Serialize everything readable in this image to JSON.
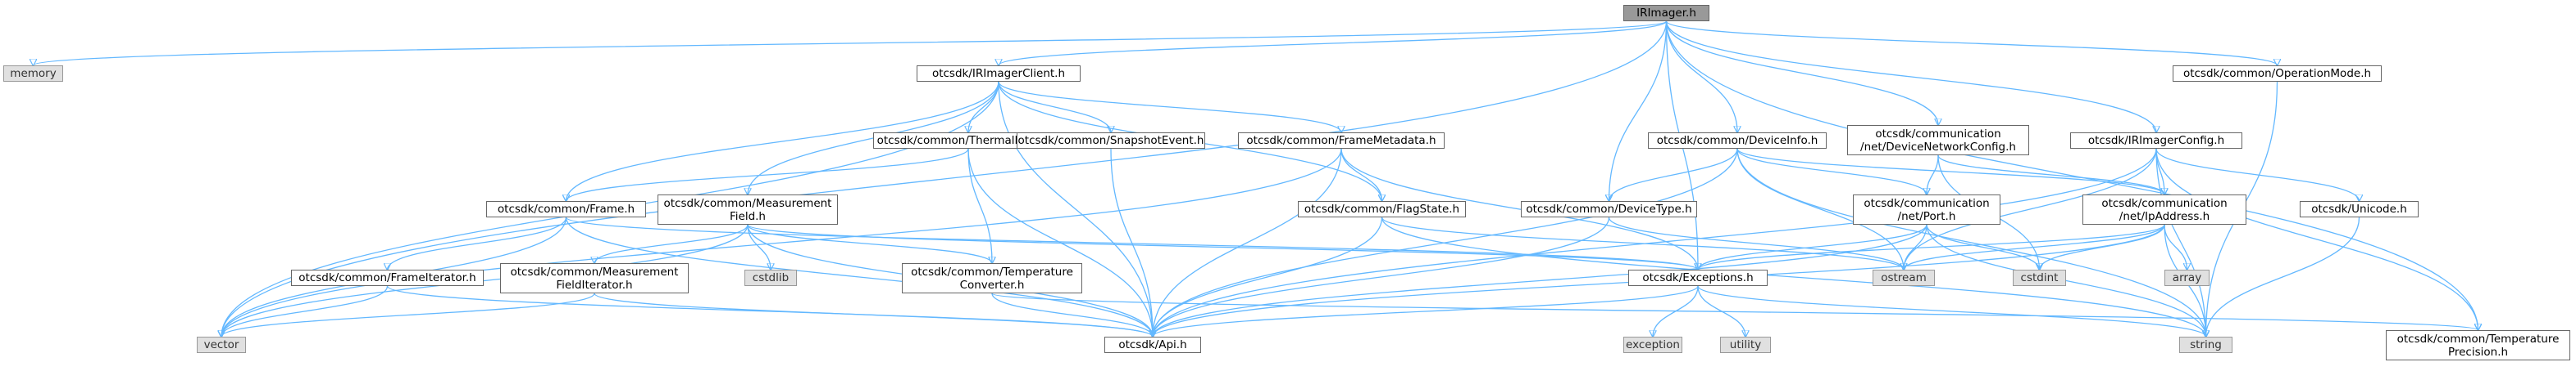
{
  "diagram": {
    "type": "include-dependency-graph",
    "root": "IRImager.h",
    "colors": {
      "edge": "#63b8ff",
      "root_fill": "#999999",
      "file_fill": "#ffffff",
      "system_fill": "#e0e0e0",
      "border": "#666666"
    },
    "nodes": [
      {
        "id": "irimager",
        "label": "IRImager.h",
        "kind": "root"
      },
      {
        "id": "memory",
        "label": "memory",
        "kind": "system"
      },
      {
        "id": "client",
        "label": "otcsdk/IRImagerClient.h",
        "kind": "file"
      },
      {
        "id": "opmode",
        "label": "otcsdk/common/OperationMode.h",
        "kind": "file"
      },
      {
        "id": "thermal",
        "label": "otcsdk/common/ThermalFrame.h",
        "kind": "file"
      },
      {
        "id": "snapshot",
        "label": "otcsdk/common/SnapshotEvent.h",
        "kind": "file"
      },
      {
        "id": "framemeta",
        "label": "otcsdk/common/FrameMetadata.h",
        "kind": "file"
      },
      {
        "id": "devinfo",
        "label": "otcsdk/common/DeviceInfo.h",
        "kind": "file"
      },
      {
        "id": "devnetcfg",
        "label": "otcsdk/communication\n/net/DeviceNetworkConfig.h",
        "kind": "file"
      },
      {
        "id": "irconfig",
        "label": "otcsdk/IRImagerConfig.h",
        "kind": "file"
      },
      {
        "id": "frame",
        "label": "otcsdk/common/Frame.h",
        "kind": "file"
      },
      {
        "id": "mfield",
        "label": "otcsdk/common/Measurement\nField.h",
        "kind": "file"
      },
      {
        "id": "flagstate",
        "label": "otcsdk/common/FlagState.h",
        "kind": "file"
      },
      {
        "id": "devtype",
        "label": "otcsdk/common/DeviceType.h",
        "kind": "file"
      },
      {
        "id": "port",
        "label": "otcsdk/communication\n/net/Port.h",
        "kind": "file"
      },
      {
        "id": "ipaddr",
        "label": "otcsdk/communication\n/net/IpAddress.h",
        "kind": "file"
      },
      {
        "id": "unicode",
        "label": "otcsdk/Unicode.h",
        "kind": "file"
      },
      {
        "id": "frameiter",
        "label": "otcsdk/common/FrameIterator.h",
        "kind": "file"
      },
      {
        "id": "mfielditer",
        "label": "otcsdk/common/Measurement\nFieldIterator.h",
        "kind": "file"
      },
      {
        "id": "cstdlib",
        "label": "cstdlib",
        "kind": "system"
      },
      {
        "id": "tempconv",
        "label": "otcsdk/common/Temperature\nConverter.h",
        "kind": "file"
      },
      {
        "id": "exceptions",
        "label": "otcsdk/Exceptions.h",
        "kind": "file"
      },
      {
        "id": "ostream",
        "label": "ostream",
        "kind": "system"
      },
      {
        "id": "cstdint",
        "label": "cstdint",
        "kind": "system"
      },
      {
        "id": "array",
        "label": "array",
        "kind": "system"
      },
      {
        "id": "vector",
        "label": "vector",
        "kind": "system"
      },
      {
        "id": "api",
        "label": "otcsdk/Api.h",
        "kind": "file"
      },
      {
        "id": "exception",
        "label": "exception",
        "kind": "system"
      },
      {
        "id": "utility",
        "label": "utility",
        "kind": "system"
      },
      {
        "id": "string",
        "label": "string",
        "kind": "system"
      },
      {
        "id": "tempprec",
        "label": "otcsdk/common/Temperature\nPrecision.h",
        "kind": "file"
      }
    ],
    "edges": [
      [
        "irimager",
        "memory"
      ],
      [
        "irimager",
        "client"
      ],
      [
        "irimager",
        "vector"
      ],
      [
        "irimager",
        "opmode"
      ],
      [
        "irimager",
        "devinfo"
      ],
      [
        "irimager",
        "devnetcfg"
      ],
      [
        "irimager",
        "irconfig"
      ],
      [
        "irimager",
        "devtype"
      ],
      [
        "irimager",
        "exceptions"
      ],
      [
        "irimager",
        "tempprec"
      ],
      [
        "client",
        "thermal"
      ],
      [
        "client",
        "snapshot"
      ],
      [
        "client",
        "framemeta"
      ],
      [
        "client",
        "frame"
      ],
      [
        "client",
        "mfield"
      ],
      [
        "client",
        "flagstate"
      ],
      [
        "client",
        "vector"
      ],
      [
        "client",
        "api"
      ],
      [
        "opmode",
        "string"
      ],
      [
        "thermal",
        "frame"
      ],
      [
        "thermal",
        "tempconv"
      ],
      [
        "thermal",
        "api"
      ],
      [
        "snapshot",
        "api"
      ],
      [
        "framemeta",
        "flagstate"
      ],
      [
        "framemeta",
        "exceptions"
      ],
      [
        "framemeta",
        "api"
      ],
      [
        "framemeta",
        "vector"
      ],
      [
        "devinfo",
        "devtype"
      ],
      [
        "devinfo",
        "port"
      ],
      [
        "devinfo",
        "ipaddr"
      ],
      [
        "devinfo",
        "ostream"
      ],
      [
        "devinfo",
        "string"
      ],
      [
        "devinfo",
        "api"
      ],
      [
        "devnetcfg",
        "port"
      ],
      [
        "devnetcfg",
        "ipaddr"
      ],
      [
        "devnetcfg",
        "cstdint"
      ],
      [
        "irconfig",
        "ipaddr"
      ],
      [
        "irconfig",
        "unicode"
      ],
      [
        "irconfig",
        "string"
      ],
      [
        "irconfig",
        "tempprec"
      ],
      [
        "irconfig",
        "ostream"
      ],
      [
        "irconfig",
        "api"
      ],
      [
        "frame",
        "frameiter"
      ],
      [
        "frame",
        "exceptions"
      ],
      [
        "frame",
        "vector"
      ],
      [
        "frame",
        "api"
      ],
      [
        "mfield",
        "mfielditer"
      ],
      [
        "mfield",
        "cstdlib"
      ],
      [
        "mfield",
        "tempconv"
      ],
      [
        "mfield",
        "vector"
      ],
      [
        "mfield",
        "api"
      ],
      [
        "mfield",
        "exceptions"
      ],
      [
        "flagstate",
        "ostream"
      ],
      [
        "flagstate",
        "string"
      ],
      [
        "flagstate",
        "api"
      ],
      [
        "devtype",
        "ostream"
      ],
      [
        "devtype",
        "api"
      ],
      [
        "port",
        "exceptions"
      ],
      [
        "port",
        "ostream"
      ],
      [
        "port",
        "cstdint"
      ],
      [
        "port",
        "string"
      ],
      [
        "port",
        "api"
      ],
      [
        "ipaddr",
        "exceptions"
      ],
      [
        "ipaddr",
        "ostream"
      ],
      [
        "ipaddr",
        "cstdint"
      ],
      [
        "ipaddr",
        "array"
      ],
      [
        "ipaddr",
        "string"
      ],
      [
        "ipaddr",
        "api"
      ],
      [
        "unicode",
        "string"
      ],
      [
        "frameiter",
        "vector"
      ],
      [
        "frameiter",
        "api"
      ],
      [
        "mfielditer",
        "vector"
      ],
      [
        "mfielditer",
        "api"
      ],
      [
        "tempconv",
        "api"
      ],
      [
        "tempconv",
        "tempprec"
      ],
      [
        "exceptions",
        "exception"
      ],
      [
        "exceptions",
        "utility"
      ],
      [
        "exceptions",
        "string"
      ],
      [
        "exceptions",
        "api"
      ]
    ]
  }
}
